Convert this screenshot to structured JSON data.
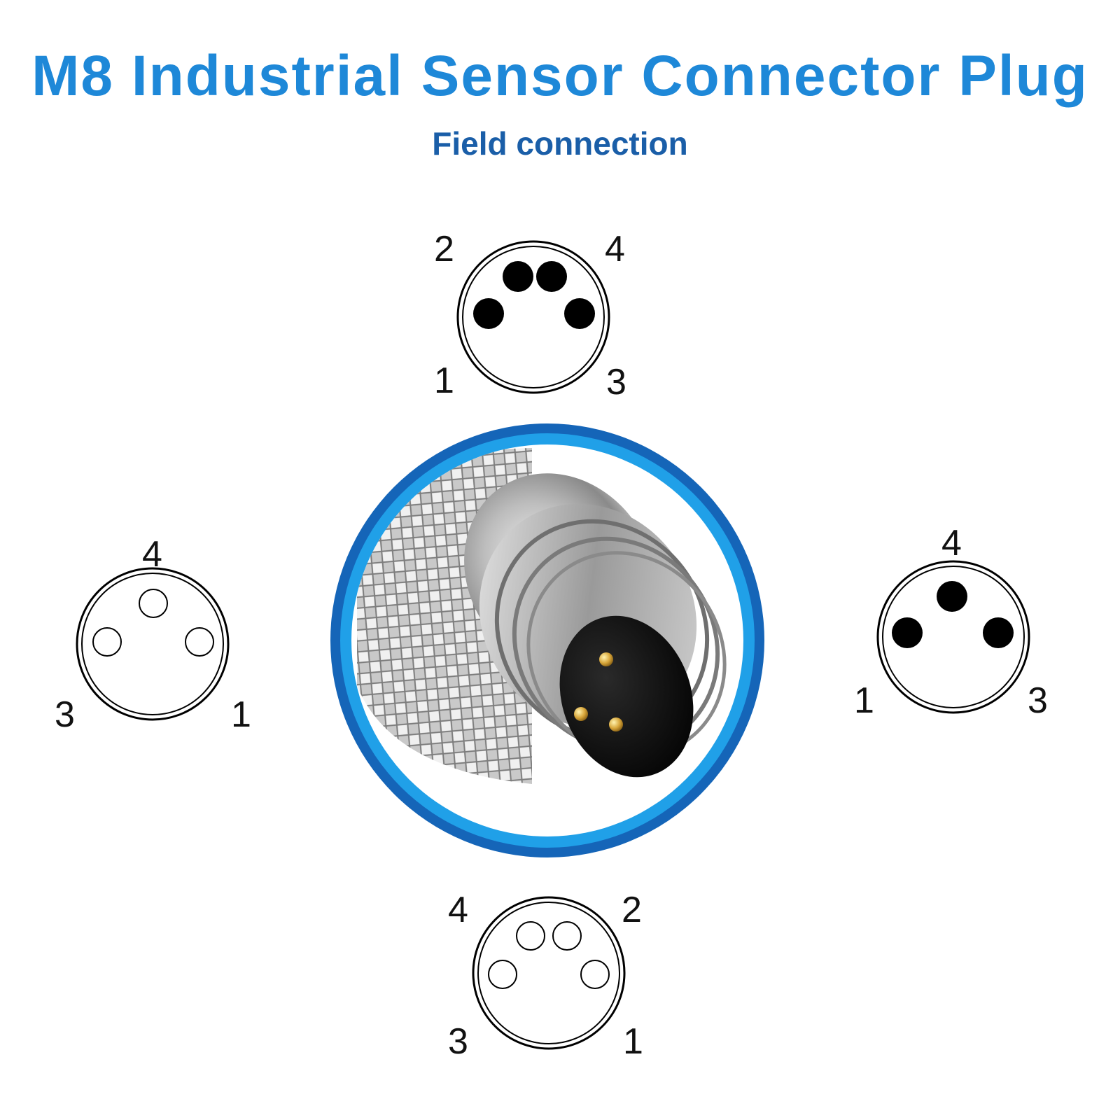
{
  "title": "M8 Industrial Sensor Connector Plug",
  "subtitle": "Field connection",
  "colors": {
    "title": "#1e88d8",
    "subtitle": "#1a5ea8",
    "ring_outer": "#1565b8",
    "ring_inner": "#20a0e8",
    "pin_filled": "#000000"
  },
  "connectors": {
    "top": {
      "style": "filled",
      "pins": 4,
      "labels": {
        "upper_left": "2",
        "upper_right": "4",
        "lower_left": "1",
        "lower_right": "3"
      }
    },
    "bottom": {
      "style": "hollow",
      "pins": 4,
      "labels": {
        "upper_left": "4",
        "upper_right": "2",
        "lower_left": "3",
        "lower_right": "1"
      }
    },
    "left": {
      "style": "hollow",
      "pins": 3,
      "labels": {
        "top": "4",
        "lower_left": "3",
        "lower_right": "1"
      }
    },
    "right": {
      "style": "filled",
      "pins": 3,
      "labels": {
        "top": "4",
        "lower_left": "1",
        "lower_right": "3"
      }
    }
  },
  "center_photo": {
    "subject": "M8 male connector with 3 gold pins and knurled nut"
  }
}
